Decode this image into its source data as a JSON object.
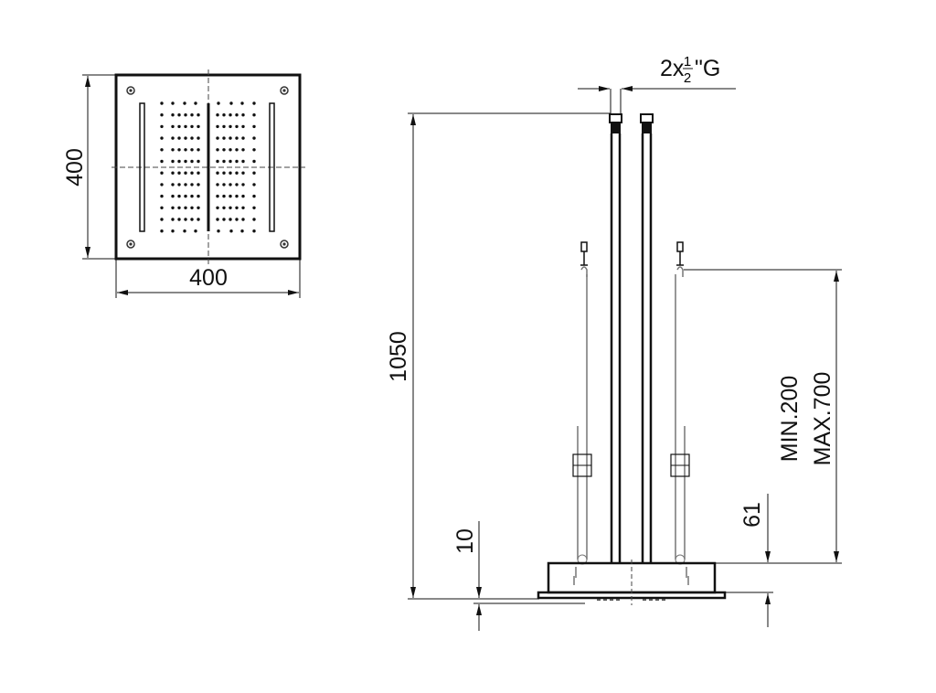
{
  "top_view": {
    "width_label": "400",
    "height_label": "400"
  },
  "side_view": {
    "height_label": "1050",
    "connection_main": "2x",
    "connection_num": "1",
    "connection_den": "2",
    "connection_suffix": "\"G",
    "hanger_min": "MIN.200",
    "hanger_max": "MAX.700",
    "box_height_label": "61",
    "plate_thickness_label": "10"
  },
  "colors": {
    "line": "#111111",
    "thin": "#777777"
  }
}
